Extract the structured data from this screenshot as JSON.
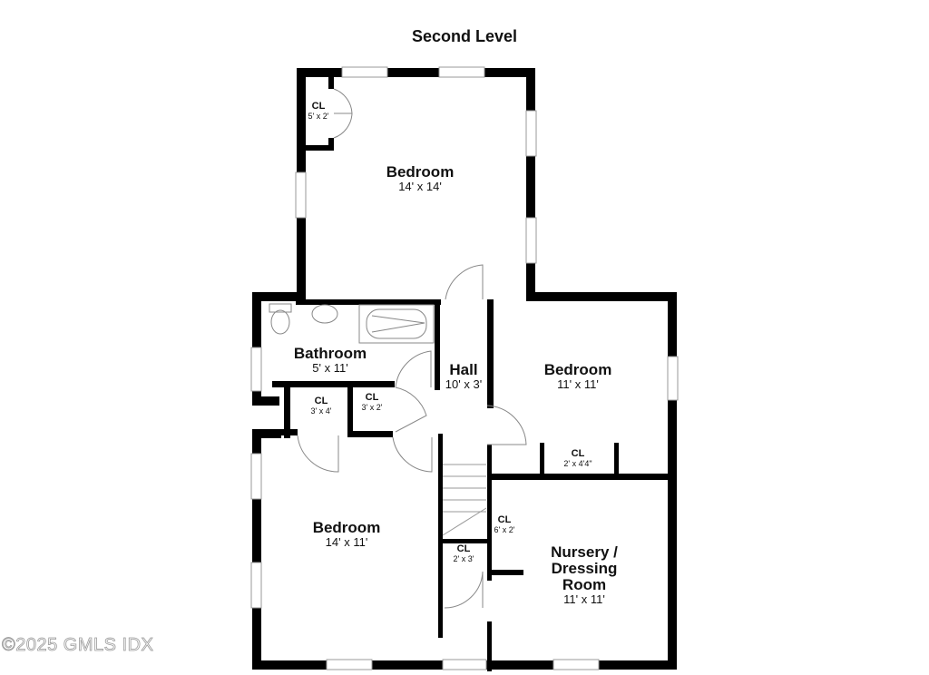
{
  "title": "Second Level",
  "watermark": "©2025 GMLS IDX",
  "colors": {
    "wall": "#000000",
    "fixture": "#888888",
    "background": "#ffffff"
  },
  "rooms": [
    {
      "name": "Bedroom",
      "dims": "14' x 14'",
      "size": "big"
    },
    {
      "name": "CL",
      "dims": "5' x 2'",
      "size": "sm"
    },
    {
      "name": "Bathroom",
      "dims": "5' x 11'",
      "size": "big"
    },
    {
      "name": "Hall",
      "dims": "10' x 3'",
      "size": "big"
    },
    {
      "name": "Bedroom",
      "dims": "11' x 11'",
      "size": "big"
    },
    {
      "name": "CL",
      "dims": "3' x 4'",
      "size": "sm"
    },
    {
      "name": "CL",
      "dims": "3' x 2'",
      "size": "sm"
    },
    {
      "name": "CL",
      "dims": "2' x 4'4\"",
      "size": "sm"
    },
    {
      "name": "Bedroom",
      "dims": "14' x 11'",
      "size": "big"
    },
    {
      "name": "CL",
      "dims": "6' x 2'",
      "size": "sm"
    },
    {
      "name": "CL",
      "dims": "2' x 3'",
      "size": "sm"
    },
    {
      "name": "Nursery /",
      "name2": "Dressing",
      "name3": "Room",
      "dims": "11' x 11'",
      "size": "big"
    }
  ]
}
